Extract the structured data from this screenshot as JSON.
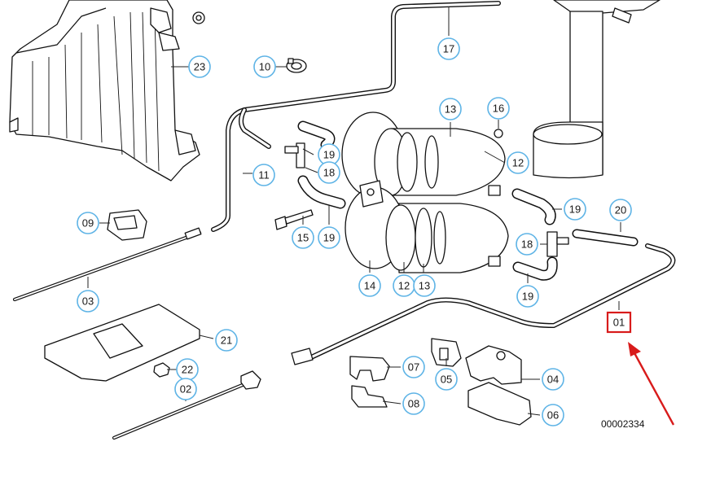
{
  "diagram": {
    "code": "00002334",
    "highlight_color": "#d81b1b",
    "callout_color": "#5fb4e6",
    "highlighted_part": "01",
    "callouts": [
      {
        "id": "c-23",
        "label": "23"
      },
      {
        "id": "c-10",
        "label": "10"
      },
      {
        "id": "c-17",
        "label": "17"
      },
      {
        "id": "c-13a",
        "label": "13"
      },
      {
        "id": "c-16",
        "label": "16"
      },
      {
        "id": "c-19a",
        "label": "19"
      },
      {
        "id": "c-18a",
        "label": "18"
      },
      {
        "id": "c-11",
        "label": "11"
      },
      {
        "id": "c-12a",
        "label": "12"
      },
      {
        "id": "c-09",
        "label": "09"
      },
      {
        "id": "c-19b",
        "label": "19"
      },
      {
        "id": "c-20",
        "label": "20"
      },
      {
        "id": "c-15",
        "label": "15"
      },
      {
        "id": "c-19c",
        "label": "19"
      },
      {
        "id": "c-18b",
        "label": "18"
      },
      {
        "id": "c-14",
        "label": "14"
      },
      {
        "id": "c-12b",
        "label": "12"
      },
      {
        "id": "c-13b",
        "label": "13"
      },
      {
        "id": "c-19d",
        "label": "19"
      },
      {
        "id": "c-03",
        "label": "03"
      },
      {
        "id": "c-21",
        "label": "21"
      },
      {
        "id": "c-22",
        "label": "22"
      },
      {
        "id": "c-07",
        "label": "07"
      },
      {
        "id": "c-05",
        "label": "05"
      },
      {
        "id": "c-04",
        "label": "04"
      },
      {
        "id": "c-02",
        "label": "02"
      },
      {
        "id": "c-08",
        "label": "08"
      },
      {
        "id": "c-06",
        "label": "06"
      }
    ]
  }
}
